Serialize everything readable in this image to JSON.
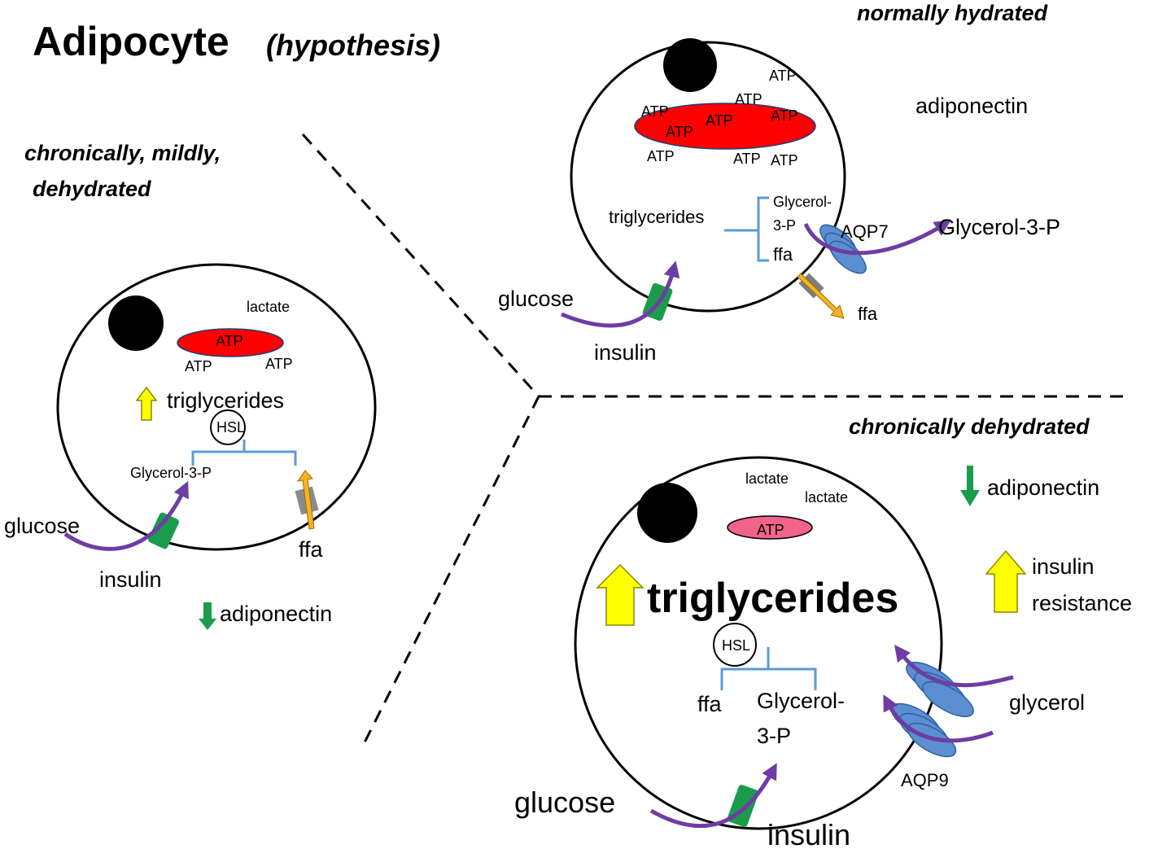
{
  "title": {
    "main": "Adipocyte",
    "sub": "(hypothesis)"
  },
  "colors": {
    "nucleus": "#000000",
    "mitochondria": "#ff0000",
    "mitochondria_weak": "#f26389",
    "up_arrow": "#ffff00",
    "down_arrow": "#1a9c4b",
    "transporter": "#1a9c4b",
    "ffa_channel": "#f5b324",
    "aquaporin": "#5b8fd1",
    "flow_arrow": "#6e3da3",
    "bracket": "#5b9bd5"
  },
  "panel_mild": {
    "state": [
      "chronically, mildly,",
      "dehydrated"
    ],
    "atp": [
      "ATP",
      "ATP",
      "ATP"
    ],
    "lactate": "lactate",
    "triglycerides": "triglycerides",
    "hsl": "HSL",
    "glycerol3p": "Glycerol-3-P",
    "ffa": "ffa",
    "glucose": "glucose",
    "insulin": "insulin",
    "adiponectin": "adiponectin"
  },
  "panel_normal": {
    "state": "normally hydrated",
    "atp": [
      "ATP",
      "ATP",
      "ATP",
      "ATP",
      "ATP",
      "ATP",
      "ATP",
      "ATP",
      "ATP"
    ],
    "adiponectin": "adiponectin",
    "triglycerides": "triglycerides",
    "glycerol3p_inside": [
      "Glycerol-",
      "3-P"
    ],
    "ffa_inside": "ffa",
    "aqp7": "AQP7",
    "glycerol3p_out": "Glycerol-3-P",
    "ffa_out": "ffa",
    "glucose": "glucose",
    "insulin": "insulin"
  },
  "panel_chronic": {
    "state": "chronically dehydrated",
    "lactate": [
      "lactate",
      "lactate"
    ],
    "atp": "ATP",
    "adiponectin": "adiponectin",
    "insulin_resistance": [
      "insulin",
      "resistance"
    ],
    "triglycerides": "triglycerides",
    "hsl": "HSL",
    "ffa": "ffa",
    "glycerol3p": [
      "Glycerol-",
      "3-P"
    ],
    "glycerol": "glycerol",
    "aqp9": "AQP9",
    "glucose": "glucose",
    "insulin": "insulin"
  }
}
